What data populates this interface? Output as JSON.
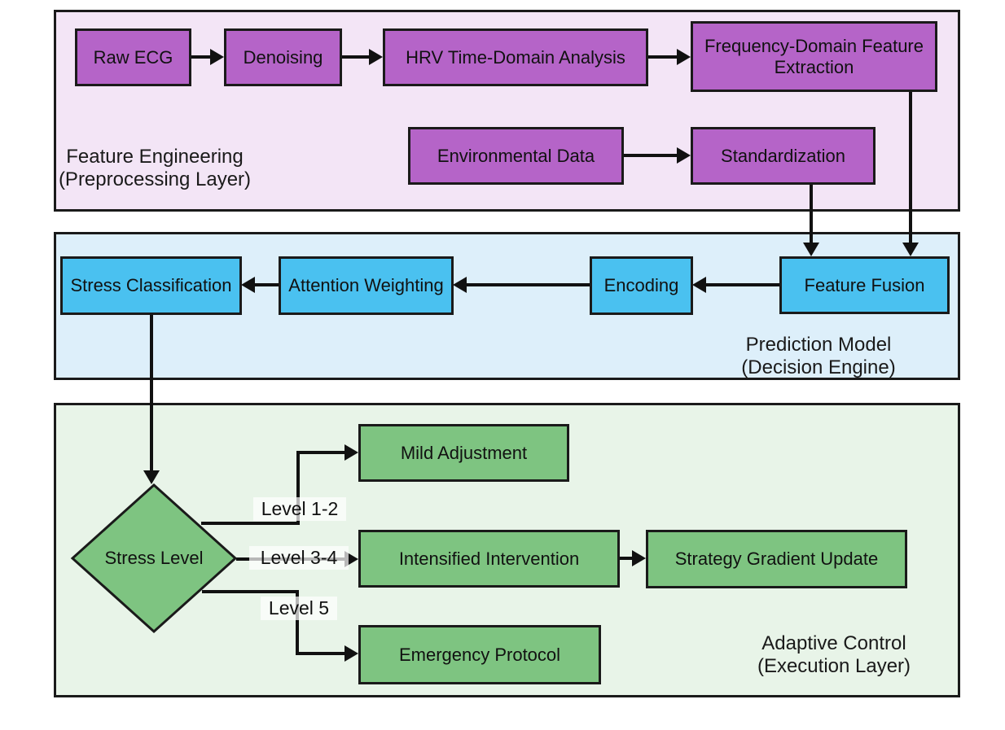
{
  "diagram": {
    "layer1": {
      "title_line1": "Feature Engineering",
      "title_line2": "(Preprocessing Layer)",
      "nodes": {
        "raw_ecg": "Raw ECG",
        "denoising": "Denoising",
        "hrv": "HRV Time-Domain Analysis",
        "freq": "Frequency-Domain Feature Extraction",
        "env": "Environmental Data",
        "std": "Standardization"
      }
    },
    "layer2": {
      "title_line1": "Prediction Model",
      "title_line2": "(Decision Engine)",
      "nodes": {
        "stress_class": "Stress Classification",
        "attention": "Attention Weighting",
        "encoding": "Encoding",
        "fusion": "Feature Fusion"
      }
    },
    "layer3": {
      "title_line1": "Adaptive Control",
      "title_line2": "(Execution Layer)",
      "nodes": {
        "stress_level": "Stress Level",
        "mild": "Mild Adjustment",
        "intense": "Intensified Intervention",
        "strategy": "Strategy Gradient Update",
        "emergency": "Emergency Protocol"
      },
      "edge_labels": {
        "l12": "Level 1-2",
        "l34": "Level 3-4",
        "l5": "Level 5"
      }
    },
    "colors": {
      "layer1_bg": "#f3e5f6",
      "layer2_bg": "#ddeffa",
      "layer3_bg": "#e8f4e8",
      "node_purple": "#b564c8",
      "node_blue": "#4ac1f0",
      "node_green": "#7ec481",
      "border": "#1a1a1a",
      "arrow": "#111111"
    }
  }
}
